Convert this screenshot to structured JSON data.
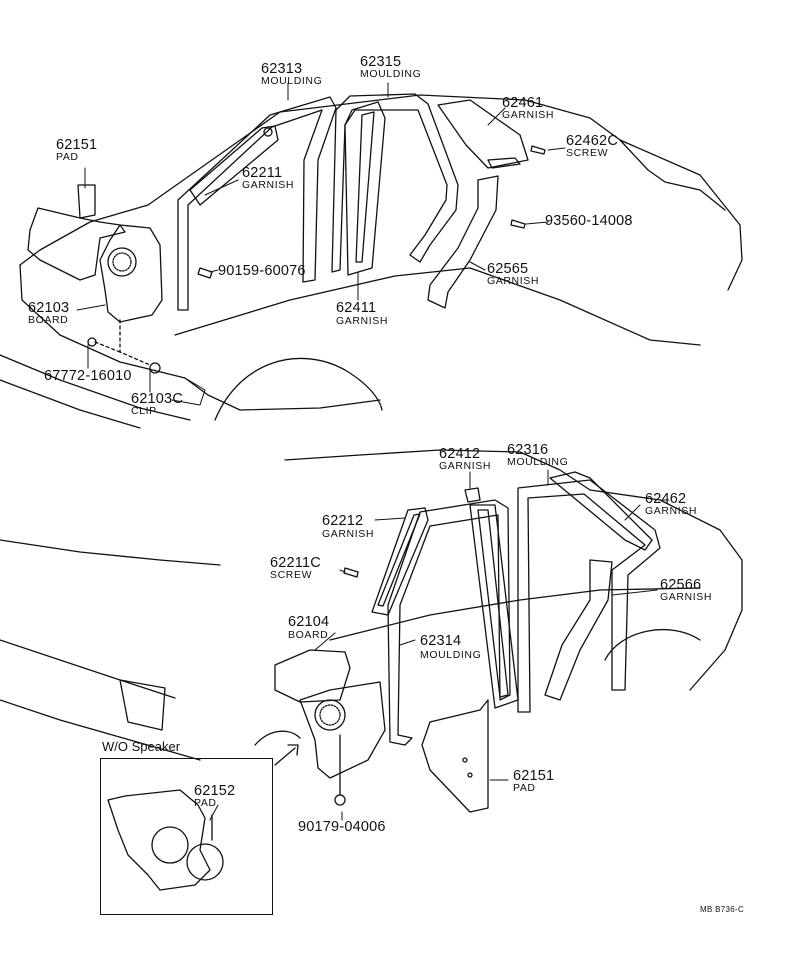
{
  "parts": [
    {
      "number": "62313",
      "desc": "MOULDING"
    },
    {
      "number": "62315",
      "desc": "MOULDING"
    },
    {
      "number": "62461",
      "desc": "GARNISH"
    },
    {
      "number": "62462C",
      "desc": "SCREW"
    },
    {
      "number": "62151",
      "desc": "PAD"
    },
    {
      "number": "62211",
      "desc": "GARNISH"
    },
    {
      "number": "93560-14008",
      "desc": ""
    },
    {
      "number": "90159-60076",
      "desc": ""
    },
    {
      "number": "62565",
      "desc": "GARNISH"
    },
    {
      "number": "62103",
      "desc": "BOARD"
    },
    {
      "number": "62411",
      "desc": "GARNISH"
    },
    {
      "number": "67772-16010",
      "desc": ""
    },
    {
      "number": "62103C",
      "desc": "CLIP"
    },
    {
      "number": "62412",
      "desc": "GARNISH"
    },
    {
      "number": "62316",
      "desc": "MOULDING"
    },
    {
      "number": "62462",
      "desc": "GARNISH"
    },
    {
      "number": "62212",
      "desc": "GARNISH"
    },
    {
      "number": "62211C",
      "desc": "SCREW"
    },
    {
      "number": "62566",
      "desc": "GARNISH"
    },
    {
      "number": "62104",
      "desc": "BOARD"
    },
    {
      "number": "62314",
      "desc": "MOULDING"
    },
    {
      "number": "62152",
      "desc": "PAD"
    },
    {
      "number": "62151",
      "desc": "PAD"
    },
    {
      "number": "90179-04006",
      "desc": ""
    }
  ],
  "inset": {
    "title": "W/O Speaker"
  },
  "figure_code": "MB B736-C"
}
